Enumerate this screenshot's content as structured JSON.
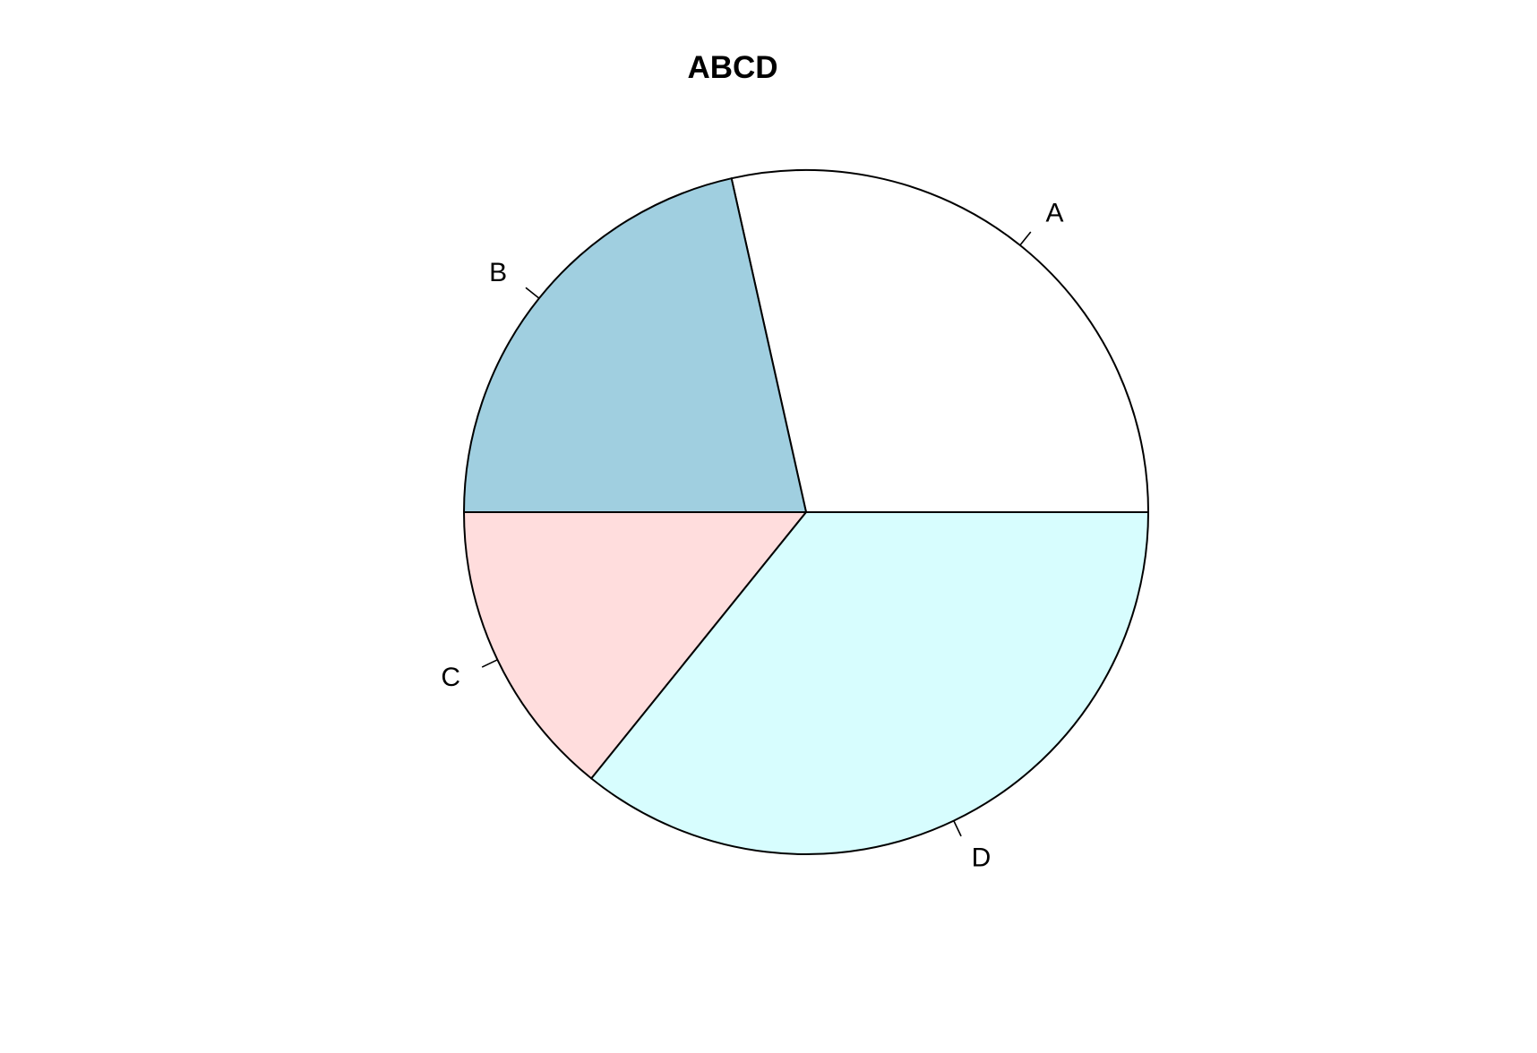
{
  "chart_data": {
    "type": "pie",
    "title": "ABCD",
    "categories": [
      "A",
      "B",
      "C",
      "D"
    ],
    "values": [
      28.5,
      21.5,
      14.2,
      35.8
    ],
    "colors": [
      "#ffffff",
      "#a0cfe0",
      "#ffdddd",
      "#d7fdfe"
    ],
    "direction": "counterclockwise",
    "start_angle_deg": 0
  }
}
